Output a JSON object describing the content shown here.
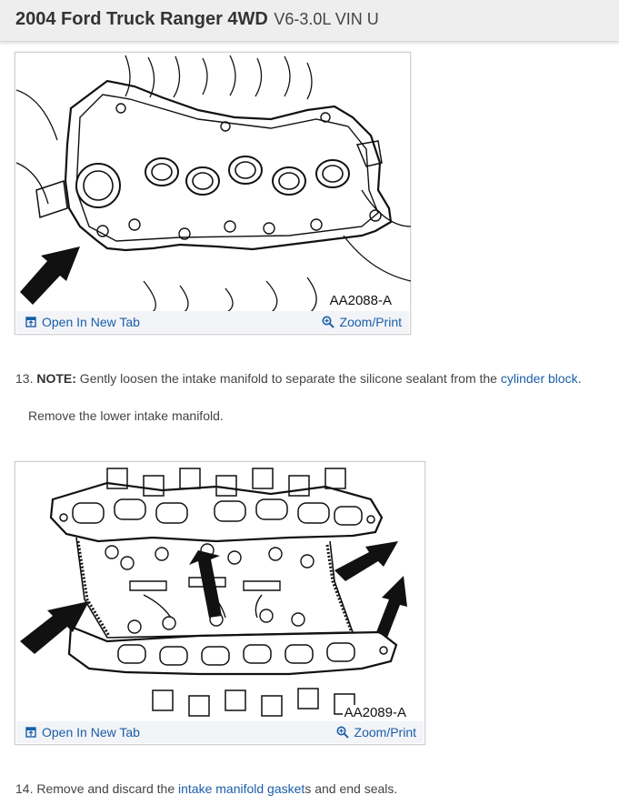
{
  "header": {
    "model": "2004 Ford Truck Ranger 4WD",
    "engine": "V6-3.0L VIN U"
  },
  "figures": [
    {
      "code": "AA2088-A",
      "open_label": "Open In New Tab",
      "zoom_label": "Zoom/Print"
    },
    {
      "code": "AA2089-A",
      "open_label": "Open In New Tab",
      "zoom_label": "Zoom/Print"
    }
  ],
  "step13": {
    "number": "13.",
    "note_label": "NOTE:",
    "text_before": " Gently loosen the intake manifold to separate the silicone sealant from the ",
    "link": "cylinder block",
    "text_after": ".",
    "sub": "Remove the lower intake manifold."
  },
  "step14": {
    "number": "14.",
    "text_before": " Remove and discard the ",
    "link": "intake manifold gasket",
    "text_after": "s and end seals."
  },
  "colors": {
    "link": "#1a5ea8",
    "header_bg": "#eeeeee",
    "figure_bar": "#f2f4f8"
  }
}
